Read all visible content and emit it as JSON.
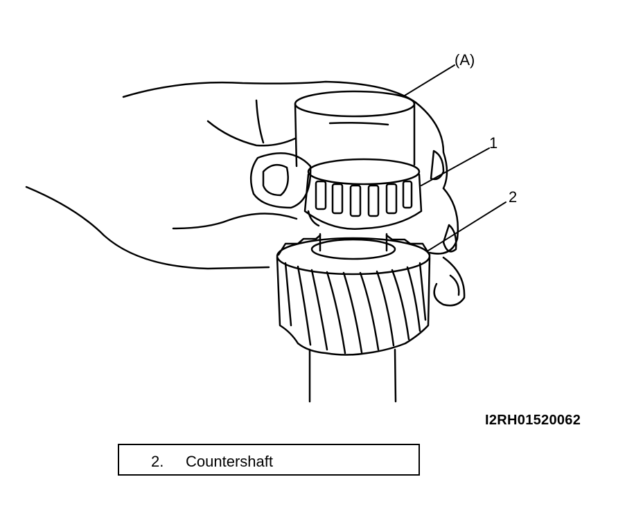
{
  "callouts": {
    "a": "(A)",
    "one": "1",
    "two": "2"
  },
  "figure_id": "I2RH01520062",
  "legend": {
    "number": "2.",
    "text": "Countershaft"
  },
  "colors": {
    "ink": "#000000",
    "paper": "#ffffff"
  }
}
